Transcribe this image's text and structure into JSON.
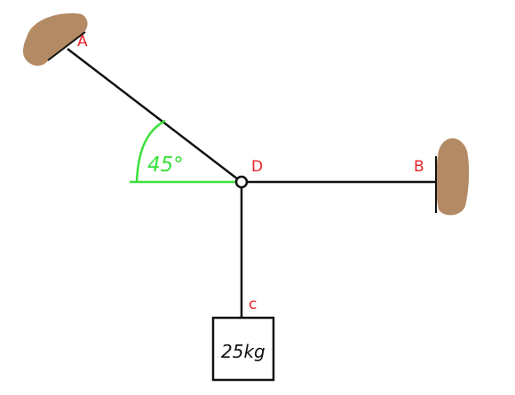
{
  "diagram": {
    "points": {
      "A": "A",
      "B": "B",
      "C": "c",
      "D": "D"
    },
    "angle_label": "45°",
    "mass_label": "25kg",
    "colors": {
      "line": "#111111",
      "label": "#e8232a",
      "angle": "#3ce03c",
      "wall": "#b48a64"
    }
  }
}
